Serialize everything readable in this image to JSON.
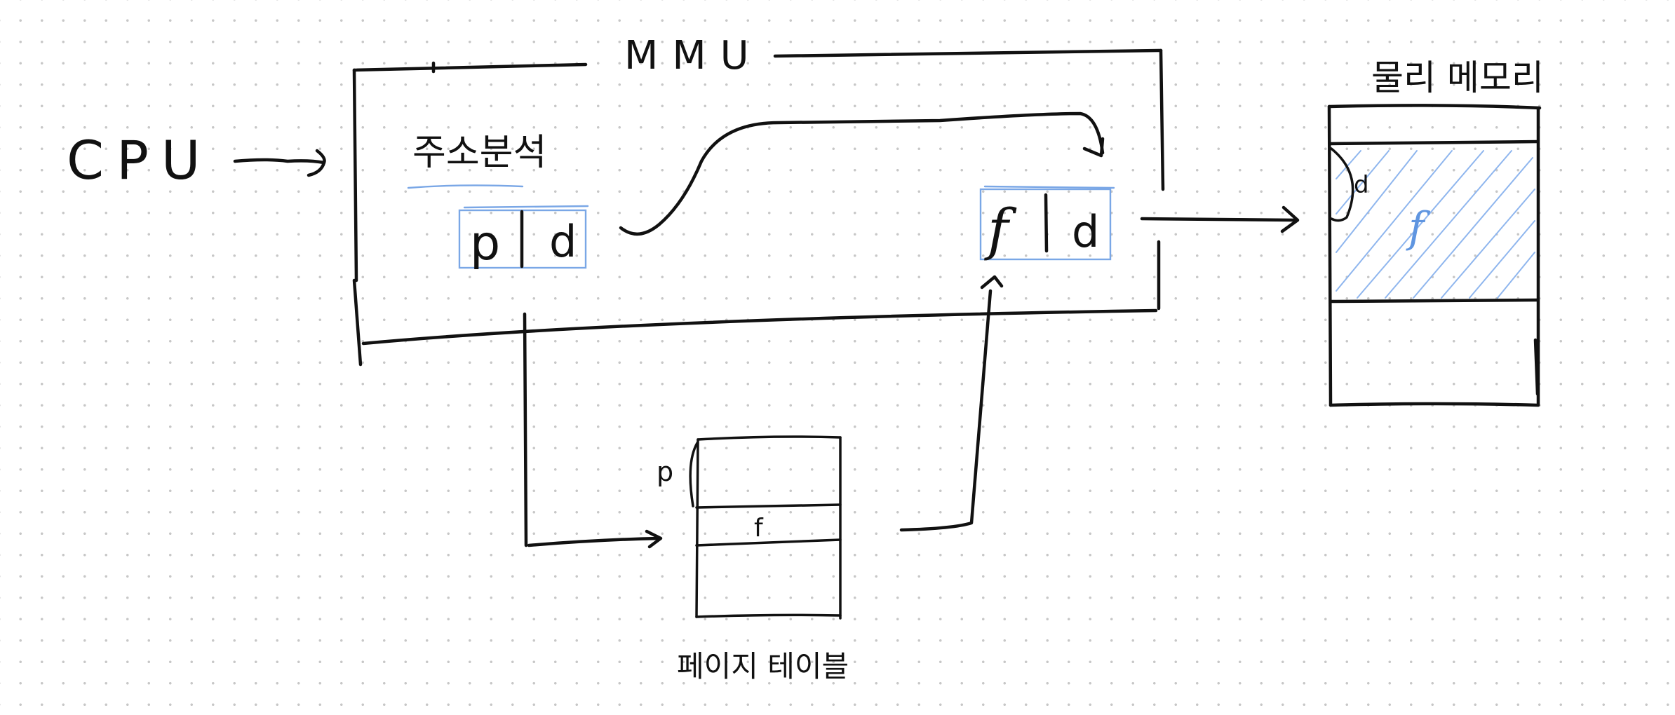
{
  "labels": {
    "cpu": "CPU",
    "mmu": "MMU",
    "address_parse": "주소분석",
    "physical_memory": "물리 메모리",
    "page_table": "페이지 테이블"
  },
  "logical_address": {
    "page": "p",
    "separator": "|",
    "offset": "d"
  },
  "physical_address": {
    "frame": "f",
    "separator": "|",
    "offset": "d"
  },
  "page_table": {
    "index_label": "p",
    "entry_value": "f"
  },
  "memory": {
    "offset_label": "d",
    "frame_label": "f"
  },
  "colors": {
    "ink": "#111111",
    "highlight_blue": "#7aa7e6",
    "dot_grid": "#c7c7c7"
  }
}
